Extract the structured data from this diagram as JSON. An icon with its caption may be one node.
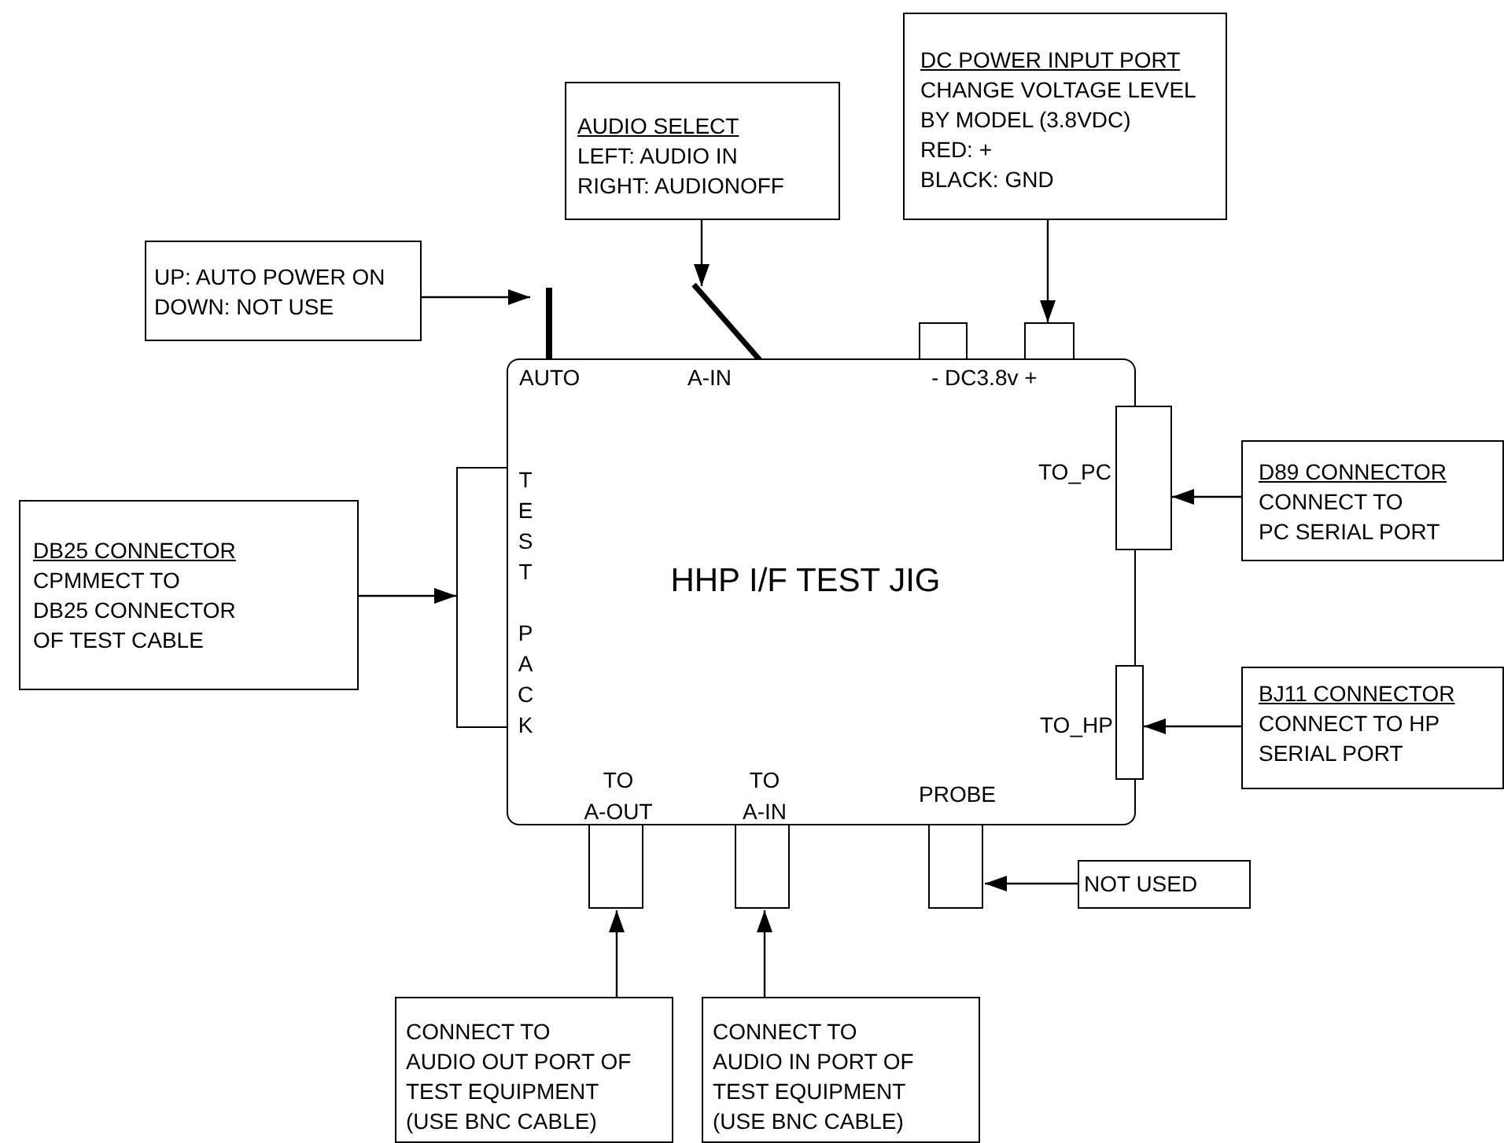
{
  "diagram": {
    "nodes": [
      {
        "text": [
          "DC POWER INPUT PORT",
          "CHANGE VOLTAGE LEVEL",
          "BY MODEL (3.8VDC)",
          "RED: +",
          "BLACK: GND"
        ]
      },
      {
        "text": [
          "AUDIO SELECT",
          "LEFT: AUDIO IN",
          "RIGHT: AUDIONOFF"
        ]
      },
      {
        "text": [
          "UP: AUTO POWER ON",
          "DOWN: NOT USE"
        ]
      },
      {
        "text": [],
        "shape": "bar"
      },
      {
        "text": [],
        "shape": "bar"
      },
      {
        "text": [],
        "shape": "box"
      },
      {
        "text": [],
        "shape": "box"
      },
      {
        "text": [
          "HHP I/F TEST JIG"
        ]
      },
      {
        "text": [],
        "shape": "box"
      },
      {
        "text": [
          "D89 CONNECTOR",
          "CONNECT TO",
          "PC SERIAL PORT"
        ]
      },
      {
        "text": [],
        "shape": "box"
      },
      {
        "text": [
          "DB25 CONNECTOR",
          "CPMMECT TO",
          "DB25 CONNECTOR",
          "OF TEST CABLE"
        ]
      },
      {
        "text": [],
        "shape": "box"
      },
      {
        "text": [
          "BJ11 CONNECTOR",
          "CONNECT TO HP",
          "SERIAL PORT"
        ]
      },
      {
        "text": [],
        "shape": "box"
      },
      {
        "text": [],
        "shape": "box"
      },
      {
        "text": [],
        "shape": "box"
      },
      {
        "text": [
          "NOT USED"
        ]
      },
      {
        "text": [
          "CONNECT TO",
          "AUDIO OUT PORT OF",
          "TEST EQUIPMENT",
          "(USE BNC CABLE)"
        ]
      },
      {
        "text": [
          "CONNECT TO",
          "AUDIO IN PORT OF",
          "TEST EQUIPMENT",
          "(USE BNC CABLE)"
        ]
      }
    ],
    "edges": [
      {
        "from": 2,
        "to": 3,
        "arrow": "to"
      },
      {
        "from": 1,
        "to": 4,
        "arrow": "to"
      },
      {
        "from": 0,
        "to": 6,
        "arrow": "to"
      },
      {
        "from": 9,
        "to": 8,
        "arrow": "to"
      },
      {
        "from": 11,
        "to": 10,
        "arrow": "to"
      },
      {
        "from": 13,
        "to": 12,
        "arrow": "to"
      },
      {
        "from": 17,
        "to": 16,
        "arrow": "to"
      },
      {
        "from": 18,
        "to": 14,
        "arrow": "to"
      },
      {
        "from": 19,
        "to": 15,
        "arrow": "to"
      }
    ],
    "labels": [
      "AUTO",
      "A-IN",
      "- DC3.8v +",
      "TO_PC",
      "TEST PACK",
      "TO_HP",
      "TO A-OUT",
      "TO A-IN",
      "PROBE"
    ]
  }
}
